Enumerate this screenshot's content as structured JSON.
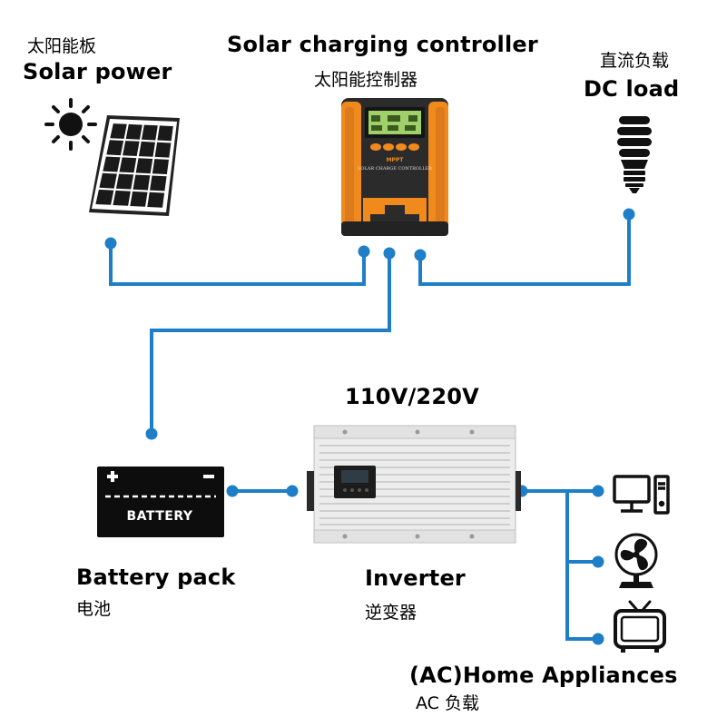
{
  "solar_panel": {
    "label_zh": "太阳能板",
    "label_en": "Solar power"
  },
  "controller": {
    "label_en": "Solar charging controller",
    "label_zh": "太阳能控制器",
    "brand": "MPPT",
    "device_text": "SOLAR CHARGE CONTROLLER"
  },
  "dc_load": {
    "label_zh": "直流负载",
    "label_en": "DC load"
  },
  "inverter": {
    "voltage": "110V/220V",
    "label_en": "Inverter",
    "label_zh": "逆变器"
  },
  "battery": {
    "device_text": "BATTERY",
    "label_en": "Battery pack",
    "label_zh": "电池"
  },
  "appliances": {
    "label_en": "(AC)Home Appliances",
    "label_zh": "AC 负载",
    "items": [
      "computer-icon",
      "fan-icon",
      "tv-icon"
    ]
  },
  "colors": {
    "wire": "#1e7ec8",
    "controller_orange": "#f08a1c",
    "controller_body": "#2b2b2b",
    "panel_cell": "#1a1a1a"
  }
}
